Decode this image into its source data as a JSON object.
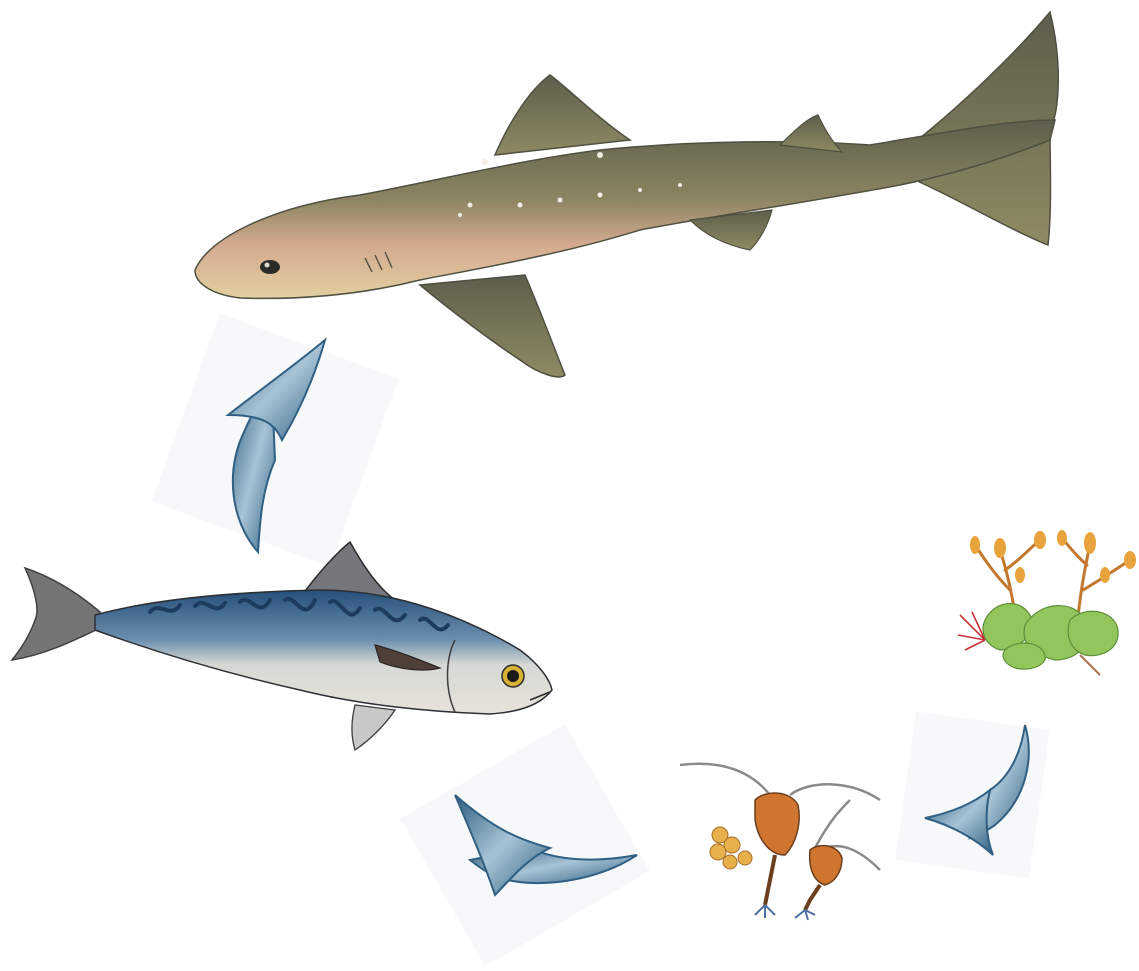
{
  "diagram": {
    "type": "food-chain",
    "nodes": [
      {
        "id": "seaweed",
        "icon": "seaweed-icon"
      },
      {
        "id": "copepod",
        "icon": "copepod-icon"
      },
      {
        "id": "mackerel",
        "icon": "mackerel-icon"
      },
      {
        "id": "shark",
        "icon": "shark-icon"
      }
    ],
    "edges": [
      {
        "from": "seaweed",
        "to": "copepod"
      },
      {
        "from": "copepod",
        "to": "mackerel"
      },
      {
        "from": "mackerel",
        "to": "shark"
      }
    ]
  },
  "colors": {
    "arrow": "#2f5f82",
    "arrow_light": "#a9c6d8",
    "shark_body": "#8a8460",
    "shark_belly": "#d7b98e",
    "mackerel_back": "#2e5f8c",
    "mackerel_belly": "#d9dcd8",
    "seaweed_green": "#8fc25c",
    "seaweed_orange": "#e2963a",
    "copepod_body": "#c4702e"
  }
}
